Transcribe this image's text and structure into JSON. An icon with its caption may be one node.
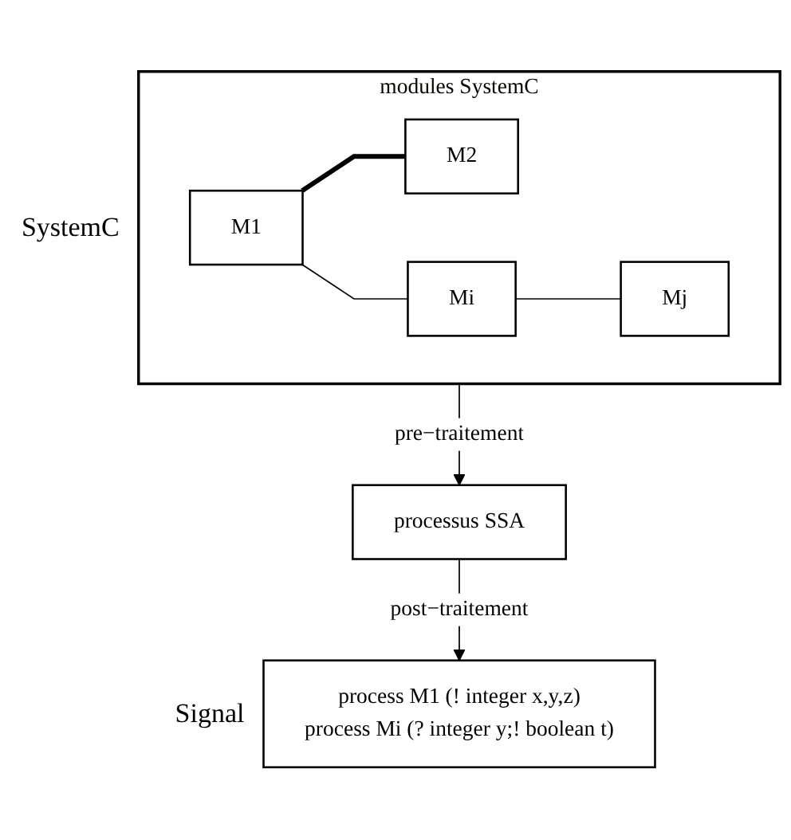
{
  "diagram": {
    "nodes": [
      {
        "text": [
          "modules SystemC"
        ],
        "beside": [
          "SystemC"
        ]
      },
      {
        "text": [
          "M1"
        ],
        "in": 0
      },
      {
        "text": [
          "M2"
        ],
        "in": 0
      },
      {
        "text": [
          "Mi"
        ],
        "in": 0
      },
      {
        "text": [
          "Mj"
        ],
        "in": 0
      },
      {
        "text": [
          "processus SSA"
        ]
      },
      {
        "text": [
          "process M1 (! integer x,y,z)",
          "process Mi (? integer y;! boolean t)"
        ],
        "beside": [
          "Signal"
        ]
      }
    ],
    "edges": [
      {
        "from": 1,
        "to": 2,
        "arrow": "none",
        "style": "thick"
      },
      {
        "from": 1,
        "to": 3,
        "arrow": "none"
      },
      {
        "from": 3,
        "to": 4,
        "arrow": "none"
      },
      {
        "from": 0,
        "to": 5,
        "arrow": "to",
        "label": "pre−traitement"
      },
      {
        "from": 5,
        "to": 6,
        "arrow": "to",
        "label": "post−traitement"
      }
    ]
  }
}
